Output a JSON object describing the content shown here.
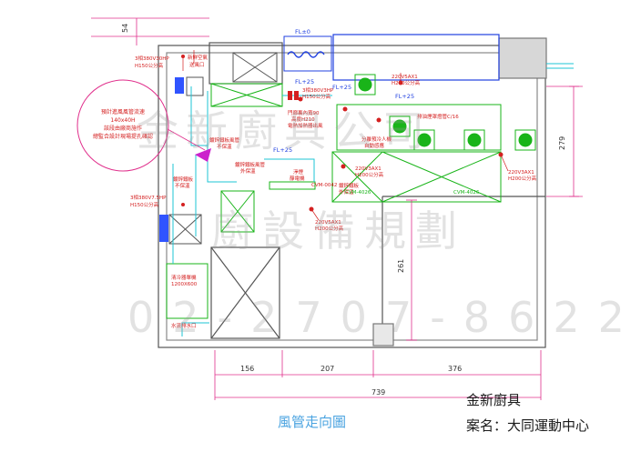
{
  "watermark": {
    "line1": "金新廚具公司",
    "line2": "廚設備規劃",
    "line3": "02-2707-8622"
  },
  "title": "風管走向圖",
  "company": "金新廚具",
  "project": "案名：大同運動中心",
  "callouts": {
    "note_circle": [
      "預計進風風管流速",
      "140x40H",
      "該段由廠商施作",
      "總監合設計現場提孔確認"
    ],
    "fl_top": "FL±0",
    "fl_25_a": "FL+25",
    "fl_25_b": "FL+25",
    "fl_25_c": "FL+25",
    "fl_25_d": "FL+25"
  },
  "labels": {
    "dim_54": "54",
    "dim_279": "279",
    "dim_261": "261",
    "dim_156": "156",
    "dim_207": "207",
    "dim_376": "376",
    "dim_739": "739",
    "lbl_3phase_top": "3相380V30HP",
    "lbl_3phase_top2": "H150公分高",
    "lbl_supply": "新鮮空氣",
    "lbl_supply2": "送風口",
    "lbl_3phase_mid": "3相380V3HP",
    "lbl_3phase_mid2": "H150公分高",
    "lbl_3phase_low": "3相380V7.5HP",
    "lbl_3phase_low2": "H150公分高",
    "lbl_220_a": "220V5AX1",
    "lbl_220_a2": "H200公分高",
    "lbl_220_b": "220V3AX1",
    "lbl_220_b2": "H200公分高",
    "lbl_220_c": "220V5AX1",
    "lbl_220_c2": "H200公分高",
    "lbl_220_d": "220V3AX1",
    "lbl_220_d2": "H200公分高",
    "lbl_duct_a": "鍍鋅鐵板風管",
    "lbl_duct_a2": "不保溫",
    "lbl_duct_b": "鍍鋅鐵板",
    "lbl_duct_b2": "不保溫",
    "lbl_duct_c": "鍍鋅鐵板風管",
    "lbl_duct_c2": "外保溫",
    "lbl_duct_d": "鍍鋅鐵板",
    "lbl_duct_d2": "外保溫",
    "lbl_duct_e": "淨煙",
    "lbl_duct_e2": "靜電機",
    "lbl_duct_f": "鍍鋅鐵板",
    "lbl_duct_f2": "外保溫",
    "lbl_cvm_a": "CVM-0042",
    "lbl_cvm_b": "CVM-4026",
    "lbl_cvm_c": "CVM-4026",
    "lbl_ceiling": "門廊裏內寬90",
    "lbl_ceiling2": "高度H210",
    "lbl_ceiling3": "電熱加熱器出風",
    "lbl_panel": "分離預冷人機",
    "lbl_panel2": "自動感應",
    "lbl_sink": "清冷器單機",
    "lbl_sink2": "1200X600",
    "lbl_drain": "水流排水口",
    "lbl_hood": "排油煙罩燈管C/16"
  },
  "colors": {
    "wall": "#555555",
    "duct_green": "#19b419",
    "duct_cyan": "#1cc6d6",
    "dim_pink": "#e0308c",
    "elec_red": "#d42020",
    "blue": "#2040e0",
    "title_blue": "#4aa3e0"
  }
}
